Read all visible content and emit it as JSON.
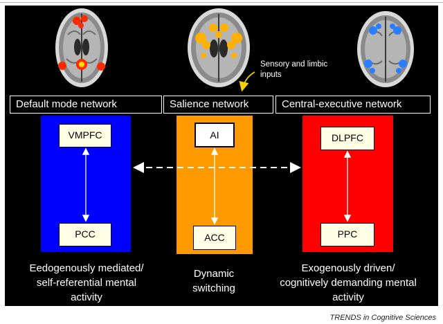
{
  "networks": {
    "default_mode": {
      "label": "Default mode network",
      "top_region": "VMPFC",
      "bottom_region": "PCC",
      "caption_lines": [
        "Eedogenously mediated/",
        "self-referential mental",
        "activity"
      ],
      "color": "#0000ff",
      "blob_color": "#ff2a00"
    },
    "salience": {
      "label": "Salience network",
      "top_region": "AI",
      "bottom_region": "ACC",
      "caption_lines": [
        "Dynamic",
        "switching"
      ],
      "color": "#ff9900",
      "blob_color": "#ffb000"
    },
    "central_executive": {
      "label": "Central-executive network",
      "top_region": "DLPFC",
      "bottom_region": "PPC",
      "caption_lines": [
        "Exogenously driven/",
        "cognitively demanding mental",
        "activity"
      ],
      "color": "#ff0000",
      "blob_color": "#2a7fff"
    }
  },
  "inputs_note_lines": [
    "Sensory and limbic",
    "inputs"
  ],
  "arrow_color": "#f5d000",
  "footer": "TRENDS in Cognitive Sciences"
}
